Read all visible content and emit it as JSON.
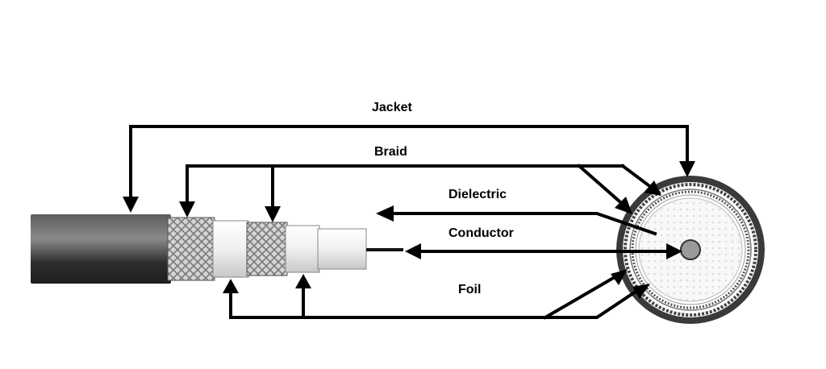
{
  "labels": {
    "jacket": "Jacket",
    "braid": "Braid",
    "dielectric": "Dielectric",
    "conductor": "Conductor",
    "foil": "Foil"
  },
  "colors": {
    "line": "#000000",
    "jacket_dark": "#2e2e2e",
    "jacket_light": "#6a6a6a",
    "braid": "#bdbdbd",
    "foil": "#f2f2f2",
    "dielectric": "#f7f7f7",
    "conductor": "#999999"
  }
}
